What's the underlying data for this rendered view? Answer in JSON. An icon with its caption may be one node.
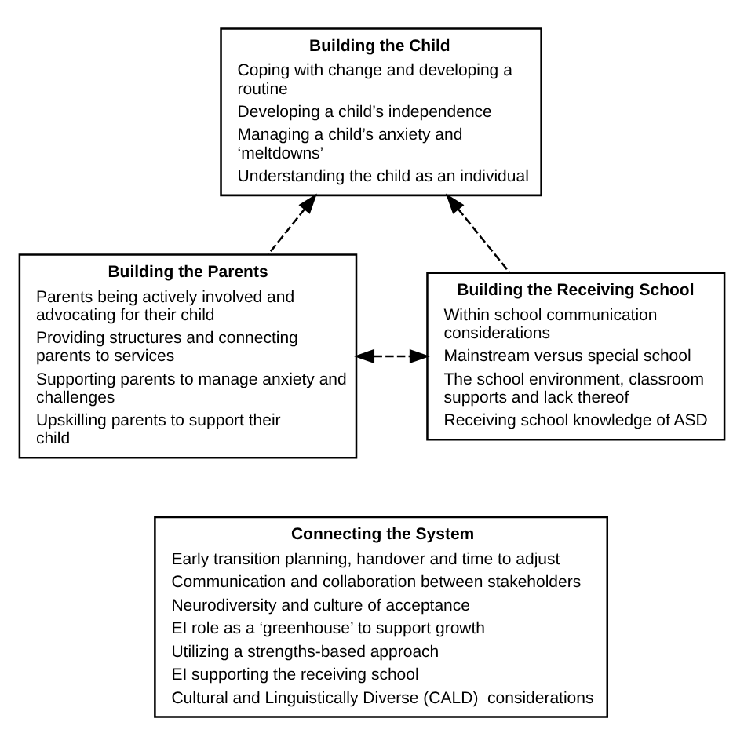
{
  "diagram": {
    "nodes": [
      {
        "text": [
          "Building the Child",
          "Coping with change and developing a routine",
          "Developing a child’s independence",
          "Managing a child’s anxiety and ‘meltdowns’",
          "Understanding the child as an individual"
        ]
      },
      {
        "text": [
          "Building the Parents",
          "Parents being actively involved and advocating for their child",
          "Providing structures and connecting parents to services",
          "Supporting parents to manage anxiety and challenges",
          "Upskilling parents to support their child"
        ]
      },
      {
        "text": [
          "Building the Receiving School",
          "Within school communication considerations",
          "Mainstream versus special school",
          "The school environment, classroom supports and lack thereof",
          "Receiving school knowledge of ASD"
        ]
      },
      {
        "text": [
          "Connecting the System",
          "Early transition planning, handover and time to adjust",
          "Communication and collaboration between stakeholders",
          "Neurodiversity and culture of acceptance",
          "EI role as a ‘greenhouse’ to support growth",
          "Utilizing a strengths-based approach",
          "EI supporting the receiving school",
          "Cultural and Linguistically Diverse (CALD)  considerations"
        ]
      }
    ],
    "edges": [
      {
        "from": 1,
        "to": 0,
        "arrow": "to",
        "style": "dashed"
      },
      {
        "from": 2,
        "to": 0,
        "arrow": "to",
        "style": "dashed"
      },
      {
        "from": 1,
        "to": 2,
        "arrow": "both",
        "style": "dashed"
      }
    ]
  }
}
